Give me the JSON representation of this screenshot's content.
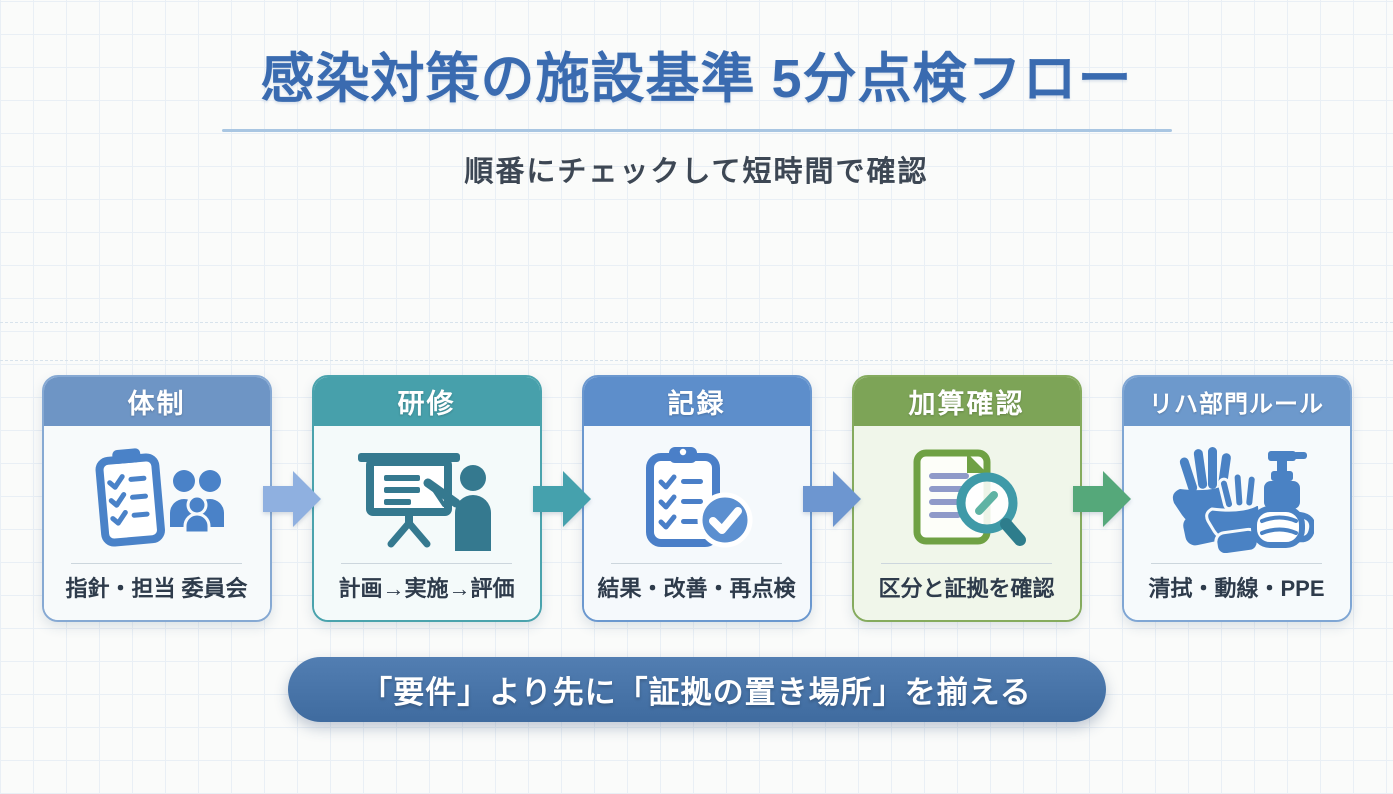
{
  "header": {
    "title": "感染対策の施設基準 5分点検フロー",
    "subtitle": "順番にチェックして短時間で確認"
  },
  "steps": [
    {
      "label": "体制",
      "caption": "指針・担当 委員会",
      "icon": "clipboard-team-icon",
      "colors": {
        "header": "#6e95c5",
        "border": "#86a9d3",
        "body": "#f7fafb",
        "icon": "#4a82c8"
      }
    },
    {
      "label": "研修",
      "caption": "計画→実施→評価",
      "icon": "training-presentation-icon",
      "colors": {
        "header": "#47a0ab",
        "border": "#4aa3ad",
        "body": "#f4fafa",
        "icon": "#35798f"
      }
    },
    {
      "label": "記録",
      "caption": "結果・改善・再点検",
      "icon": "record-check-icon",
      "colors": {
        "header": "#5d8ecb",
        "border": "#6b98cf",
        "body": "#f5f9fc",
        "icon": "#4a7fc8"
      }
    },
    {
      "label": "加算確認",
      "caption": "区分と証拠を確認",
      "icon": "document-magnifier-icon",
      "colors": {
        "header": "#7da457",
        "border": "#85ab5e",
        "body": "#f0f6ea",
        "icon": "#6fa144"
      }
    },
    {
      "label": "リハ部門ルール",
      "caption": "清拭・動線・PPE",
      "icon": "ppe-items-icon",
      "colors": {
        "header": "#6d99cc",
        "border": "#7fa6d4",
        "body": "#f6fafc",
        "icon": "#4a82c4"
      }
    }
  ],
  "arrows": [
    {
      "color": "#8fb0e0"
    },
    {
      "color": "#45a1ad"
    },
    {
      "color": "#6d96d0"
    },
    {
      "color": "#55a87a"
    }
  ],
  "banner": {
    "text": "「要件」より先に「証拠の置き場所」を揃える"
  },
  "colors": {
    "title": "#3a6bb0",
    "titleDivider": "#a9c6e2",
    "subtitle": "#3d4754",
    "caption": "#2e3b4b",
    "bannerTop": "#527eb2",
    "bannerBottom": "#3f6b9f",
    "bannerText": "#ffffff",
    "gridLine": "#e9eff5",
    "pageBg": "#fafbfa"
  }
}
